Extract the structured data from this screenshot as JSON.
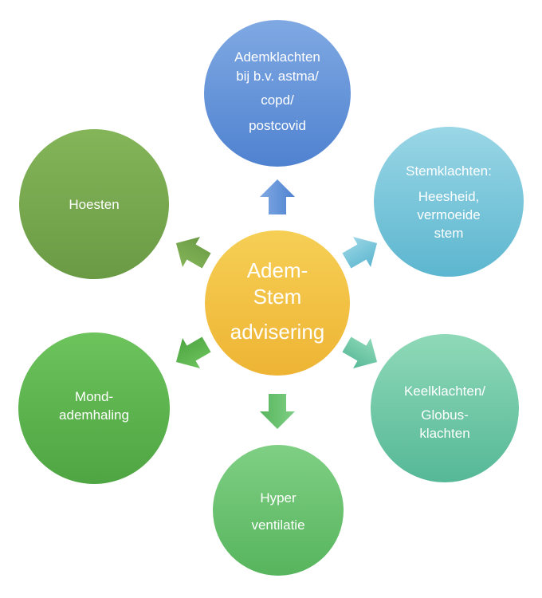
{
  "center": {
    "lines": [
      "Adem-",
      "Stem",
      "advisering"
    ],
    "color_top": "#f6cf55",
    "color_bottom": "#eeb434"
  },
  "nodes": [
    {
      "id": "ademklachten",
      "lines": [
        "Ademklachten",
        "bij b.v. astma/",
        "copd/",
        "postcovid"
      ],
      "color_top": "#80a9e3",
      "color_bottom": "#4f82d0"
    },
    {
      "id": "stemklachten",
      "lines": [
        "Stemklachten:",
        "Heesheid,",
        "vermoeide",
        "stem"
      ],
      "color_top": "#9ad6e6",
      "color_bottom": "#5cb6cf"
    },
    {
      "id": "keelklachten",
      "lines": [
        "Keelklachten/",
        "Globus-",
        "klachten"
      ],
      "color_top": "#8fd9b8",
      "color_bottom": "#55b897"
    },
    {
      "id": "hyperventilatie",
      "lines": [
        "Hyper",
        "ventilatie"
      ],
      "color_top": "#7fcf84",
      "color_bottom": "#57b55d"
    },
    {
      "id": "mondademhaling",
      "lines": [
        "Mond-",
        "ademhaling"
      ],
      "color_top": "#6dc35c",
      "color_bottom": "#4ea542"
    },
    {
      "id": "hoesten",
      "lines": [
        "Hoesten"
      ],
      "color_top": "#85b559",
      "color_bottom": "#6a9a44"
    }
  ]
}
